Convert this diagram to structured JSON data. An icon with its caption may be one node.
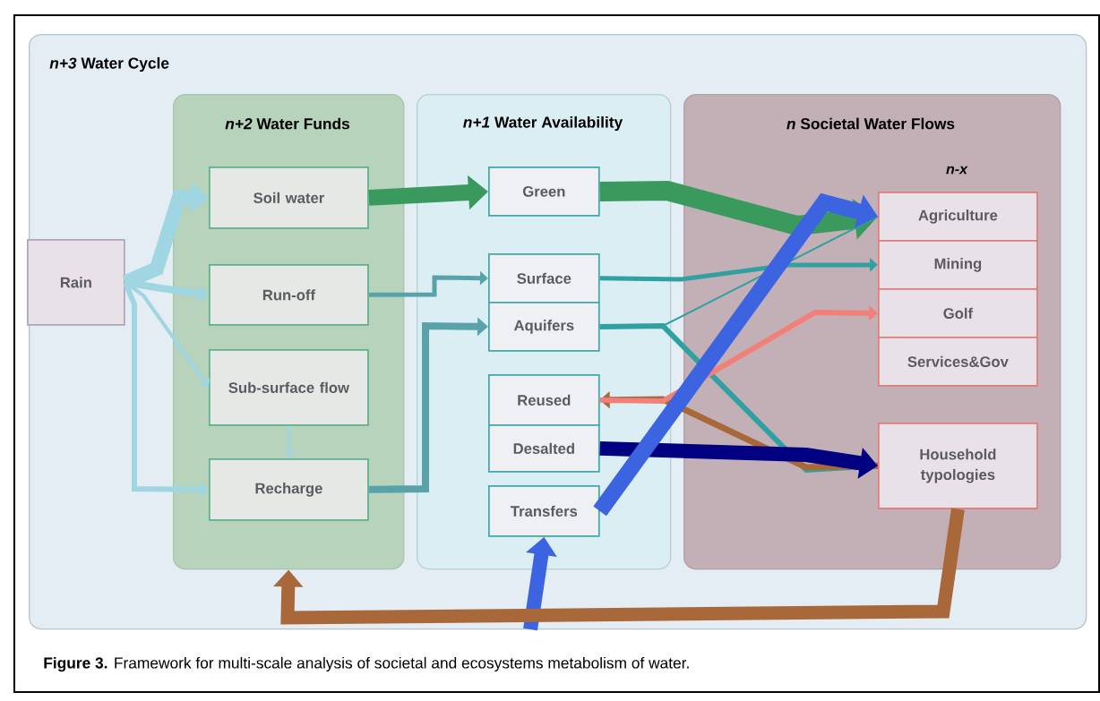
{
  "diagram": {
    "caption": "**Figure 3.** Framework for multi-scale analysis of societal and ecosystems metabolism of water.",
    "nodes": [
      {
        "text": [
          "*n+3*  Water Cycle"
        ]
      },
      {
        "text": [
          "*n+2*  Water Funds"
        ],
        "in": 0
      },
      {
        "text": [
          "*n+1*  Water Availability"
        ],
        "in": 0
      },
      {
        "text": [
          "*n*  Societal Water Flows"
        ],
        "in": 0
      },
      {
        "text": [
          "Rain"
        ],
        "in": 0
      },
      {
        "text": [
          "Soil water"
        ],
        "in": 1
      },
      {
        "text": [
          "Run-off"
        ],
        "in": 1
      },
      {
        "text": [
          "Sub-surface flow"
        ],
        "in": 1
      },
      {
        "text": [
          "Recharge"
        ],
        "in": 1
      },
      {
        "text": [
          "Green"
        ],
        "in": 2
      },
      {
        "text": [
          "Surface"
        ],
        "in": 2
      },
      {
        "text": [
          "Aquifers"
        ],
        "in": 2
      },
      {
        "text": [
          "Reused"
        ],
        "in": 2
      },
      {
        "text": [
          "Desalted"
        ],
        "in": 2
      },
      {
        "text": [
          "Transfers"
        ],
        "in": 2
      },
      {
        "text": [
          "Agriculture"
        ],
        "in": 3
      },
      {
        "text": [
          "Mining"
        ],
        "in": 3
      },
      {
        "text": [
          "Golf"
        ],
        "in": 3
      },
      {
        "text": [
          "Services&Gov"
        ],
        "in": 3
      },
      {
        "text": [
          "Household typologies"
        ],
        "in": 3
      }
    ],
    "edges": [
      {
        "from": 4,
        "to": 5,
        "arrow": "to",
        "style": "thick",
        "color": "#9fd6e2"
      },
      {
        "from": 4,
        "to": 6,
        "arrow": "to",
        "color": "#9fd6e2"
      },
      {
        "from": 4,
        "to": 7,
        "arrow": "to",
        "color": "#9fd6e2"
      },
      {
        "from": 4,
        "to": 8,
        "arrow": "to",
        "color": "#9fd6e2"
      },
      {
        "from": 7,
        "to": 8,
        "arrow": "to",
        "color": "#9fd6e2"
      },
      {
        "from": 5,
        "to": 9,
        "arrow": "to",
        "style": "thick",
        "color": "#3a9a5e"
      },
      {
        "from": 6,
        "to": 10,
        "arrow": "to",
        "color": "#5aa2aa"
      },
      {
        "from": 8,
        "to": 11,
        "arrow": "to",
        "color": "#5aa2aa"
      },
      {
        "from": 9,
        "to": 15,
        "arrow": "to",
        "style": "thick",
        "color": "#3a9a5e"
      },
      {
        "from": 10,
        "to": 16,
        "arrow": "to",
        "color": "#30a0a0"
      },
      {
        "from": 11,
        "to": 15,
        "arrow": "none",
        "color": "#30a0a0"
      },
      {
        "from": 11,
        "to": 19,
        "arrow": "none",
        "color": "#30a0a0"
      },
      {
        "from": 19,
        "to": 12,
        "arrow": "to",
        "color": "#a8683a"
      },
      {
        "from": 13,
        "to": 19,
        "arrow": "to",
        "style": "thick",
        "color": "#000080"
      },
      {
        "from": 12,
        "to": 17,
        "arrow": "to",
        "color": "#f28078"
      },
      {
        "from": 14,
        "to": 15,
        "arrow": "to",
        "style": "thick",
        "color": "#3c64e0"
      },
      {
        "from": null,
        "to": 14,
        "arrow": "to",
        "style": "thick",
        "color": "#3c64e0"
      },
      {
        "from": 19,
        "to": 1,
        "arrow": "to",
        "style": "thick",
        "color": "#a8683a"
      }
    ],
    "labels": [
      "n-x"
    ]
  }
}
